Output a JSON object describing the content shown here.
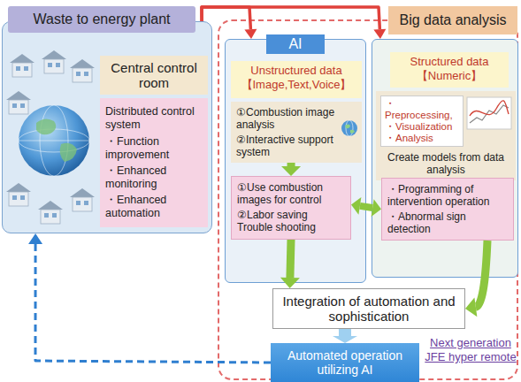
{
  "diagram": {
    "nodes": [
      {
        "text": [
          "Waste to energy plant"
        ]
      },
      {
        "text": [
          "Central control room"
        ],
        "in": 0
      },
      {
        "text": [
          "Distributed control system",
          "・Function improvement",
          "・Enhanced monitoring",
          "・Enhanced automation"
        ],
        "in": 0
      },
      {
        "text": [
          "Next generation JFE hyper remote"
        ]
      },
      {
        "text": [
          "AI"
        ],
        "in": 3
      },
      {
        "text": [
          "Unstructured data",
          "【Image,Text,Voice】"
        ],
        "in": 4
      },
      {
        "text": [
          "①Combustion image analysis",
          "②Interactive support system"
        ],
        "in": 4
      },
      {
        "text": [
          "①Use combustion images for control",
          "②Labor saving Trouble shooting"
        ],
        "in": 4
      },
      {
        "text": [
          "Big data analysis"
        ],
        "in": 3
      },
      {
        "text": [
          "Structured data",
          "【Numeric】"
        ],
        "in": 8
      },
      {
        "text": [
          "・Preprocessing, ・Visualization ・Analysis",
          "Create models from data analysis"
        ],
        "in": 8
      },
      {
        "text": [
          "・Programming of intervention operation",
          "・Abnormal sign detection"
        ],
        "in": 8
      },
      {
        "text": [
          "Integration of automation and sophistication"
        ],
        "in": 3
      },
      {
        "text": [
          "Automated operation utilizing AI"
        ],
        "in": 3
      }
    ],
    "edges": [
      {
        "from": 0,
        "to": 4,
        "arrow": "to"
      },
      {
        "from": 0,
        "to": 8,
        "arrow": "to"
      },
      {
        "from": 6,
        "to": 7,
        "arrow": "to"
      },
      {
        "from": 7,
        "to": 11,
        "arrow": "both"
      },
      {
        "from": 7,
        "to": 12,
        "arrow": "to"
      },
      {
        "from": 11,
        "to": 12,
        "arrow": "to"
      },
      {
        "from": 12,
        "to": 13,
        "arrow": "to"
      },
      {
        "from": 13,
        "to": 0,
        "arrow": "to"
      }
    ]
  }
}
